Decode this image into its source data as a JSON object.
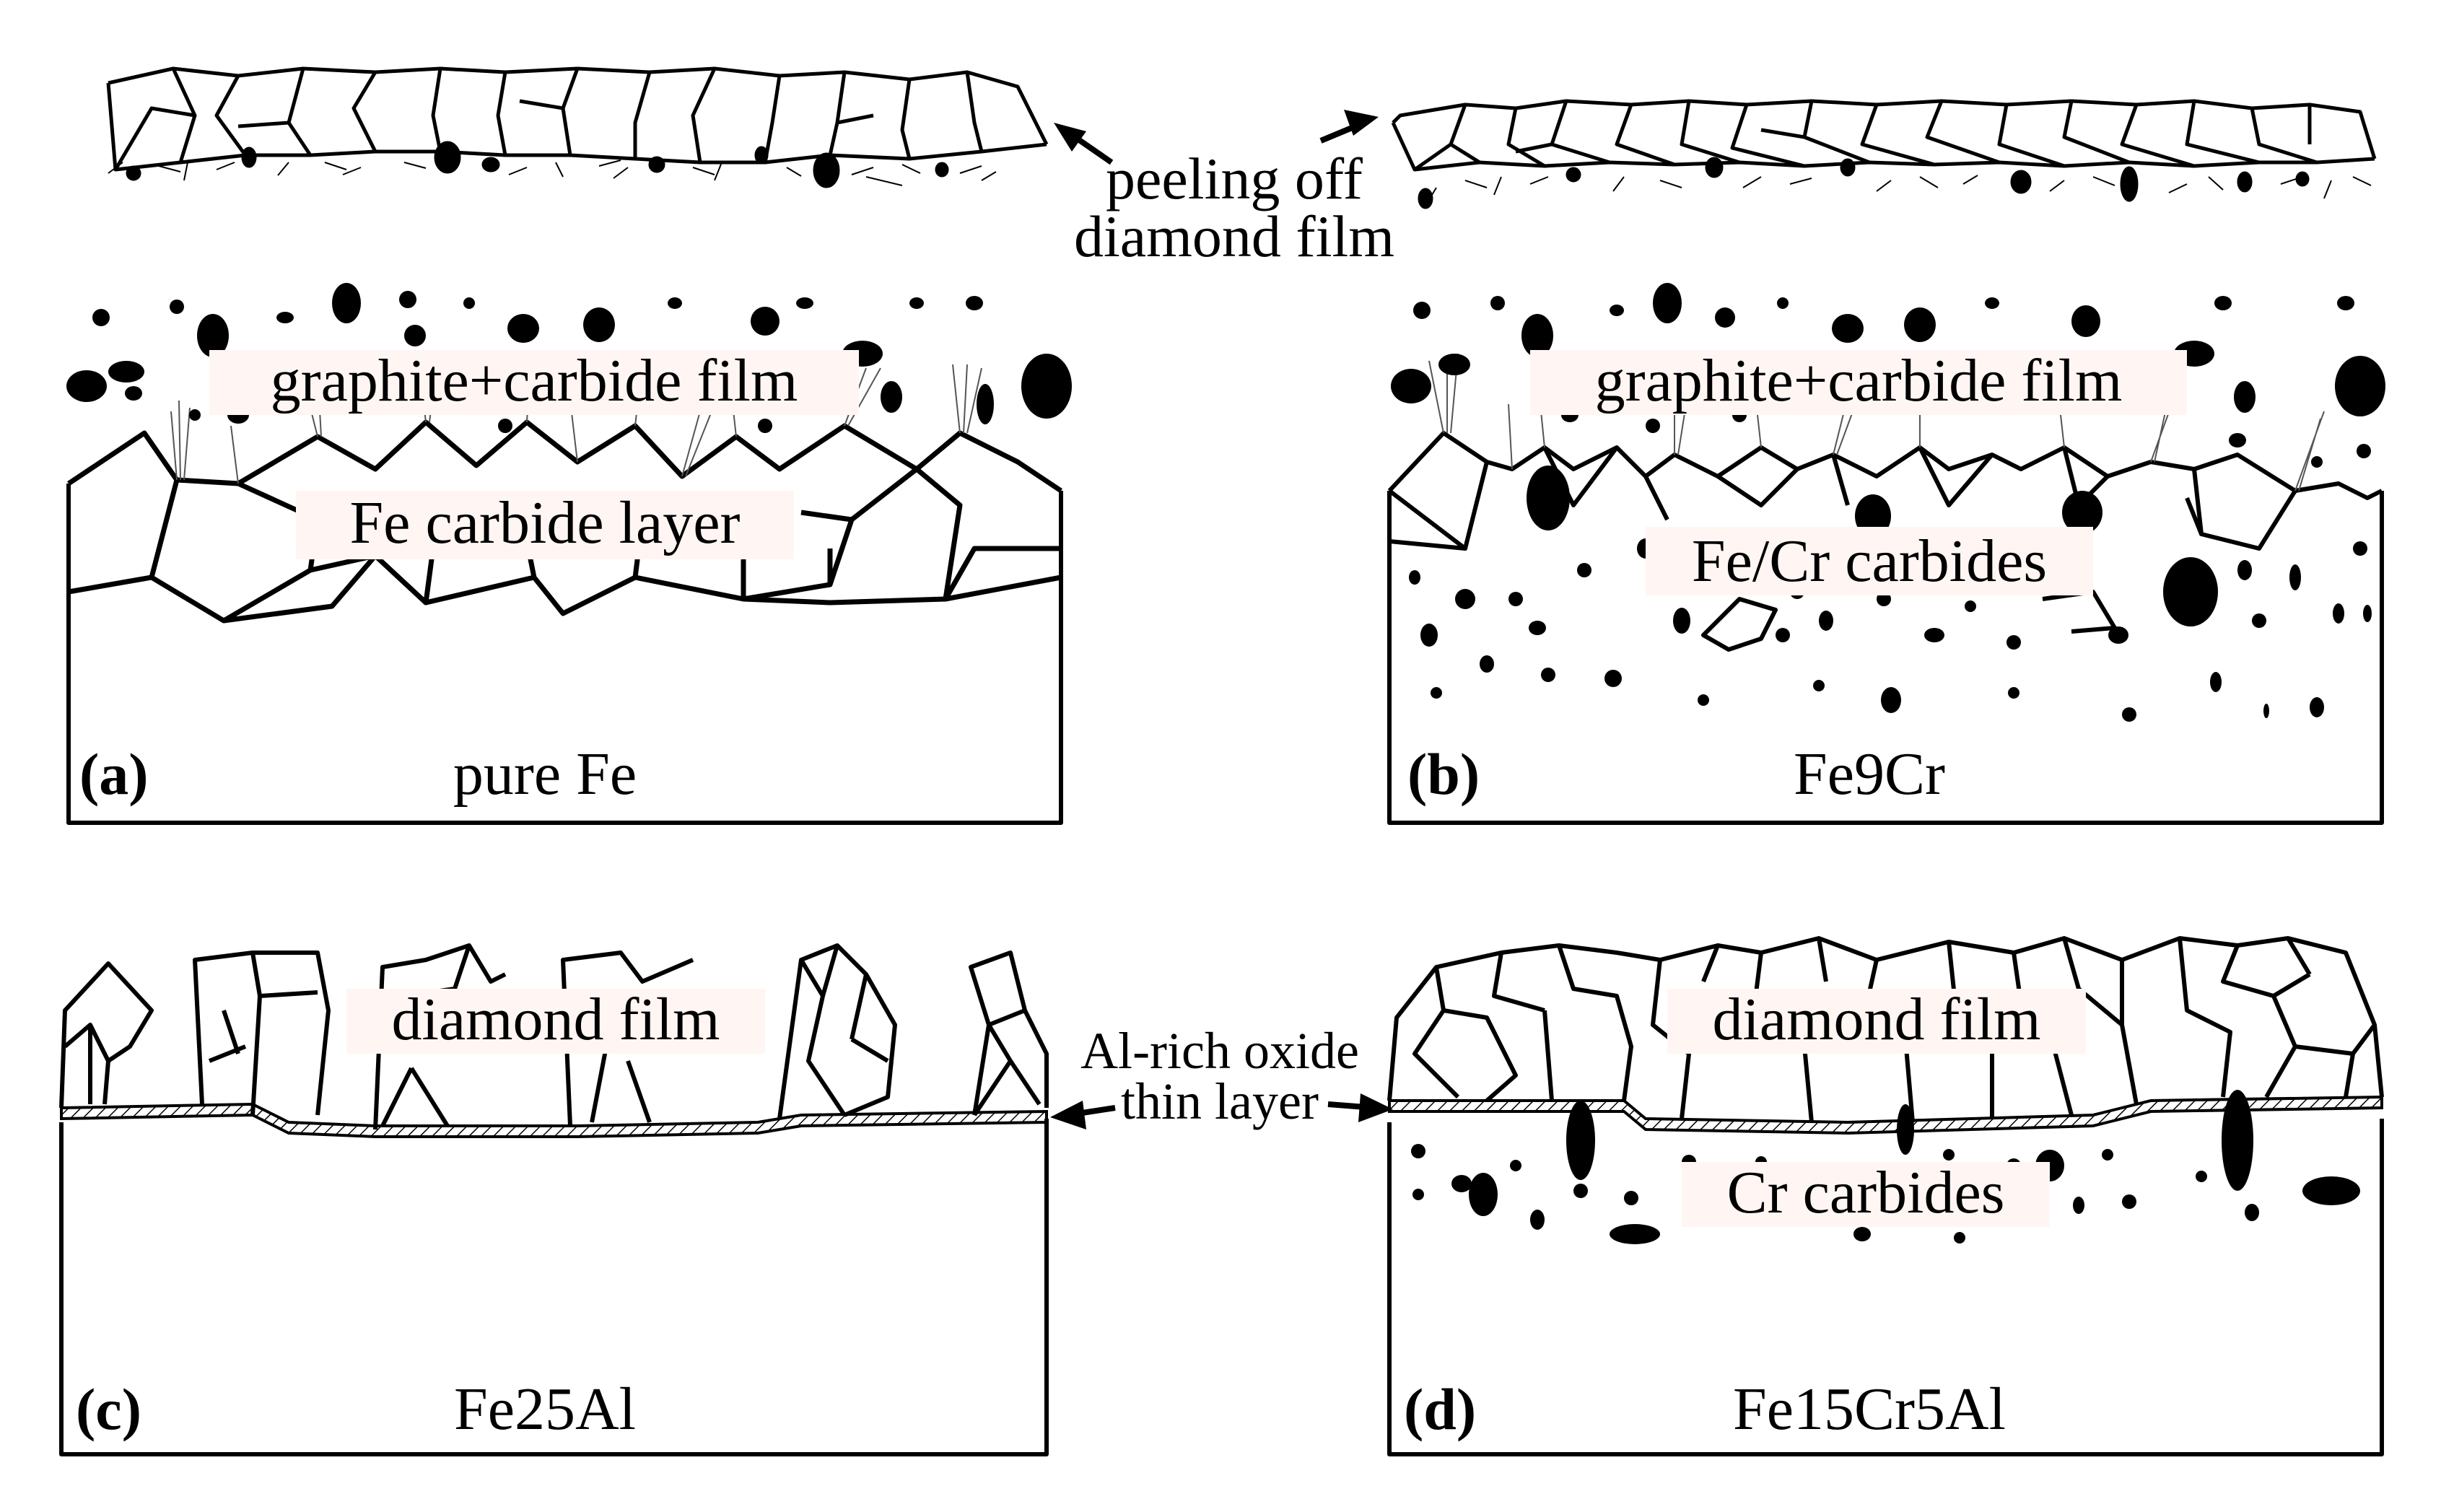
{
  "annotations": {
    "peeling_line1": "peeling off",
    "peeling_line2": "diamond film",
    "alrich_line1": "Al-rich oxide",
    "alrich_line2": "thin layer"
  },
  "panels": [
    {
      "id": "a",
      "tag": "(a)",
      "material": "pure Fe",
      "film_label": "graphite+carbide film",
      "inner_label": "Fe carbide layer"
    },
    {
      "id": "b",
      "tag": "(b)",
      "material": "Fe9Cr",
      "film_label": "graphite+carbide film",
      "inner_label": "Fe/Cr carbides"
    },
    {
      "id": "c",
      "tag": "(c)",
      "material": "Fe25Al",
      "film_label": "diamond film",
      "inner_label": ""
    },
    {
      "id": "d",
      "tag": "(d)",
      "material": "Fe15Cr5Al",
      "film_label": "diamond film",
      "inner_label": "Cr carbides"
    }
  ],
  "colors": {
    "ink": "#000000",
    "label_highlight": "#fff6f3",
    "oxide_fill": "#ffffff"
  }
}
